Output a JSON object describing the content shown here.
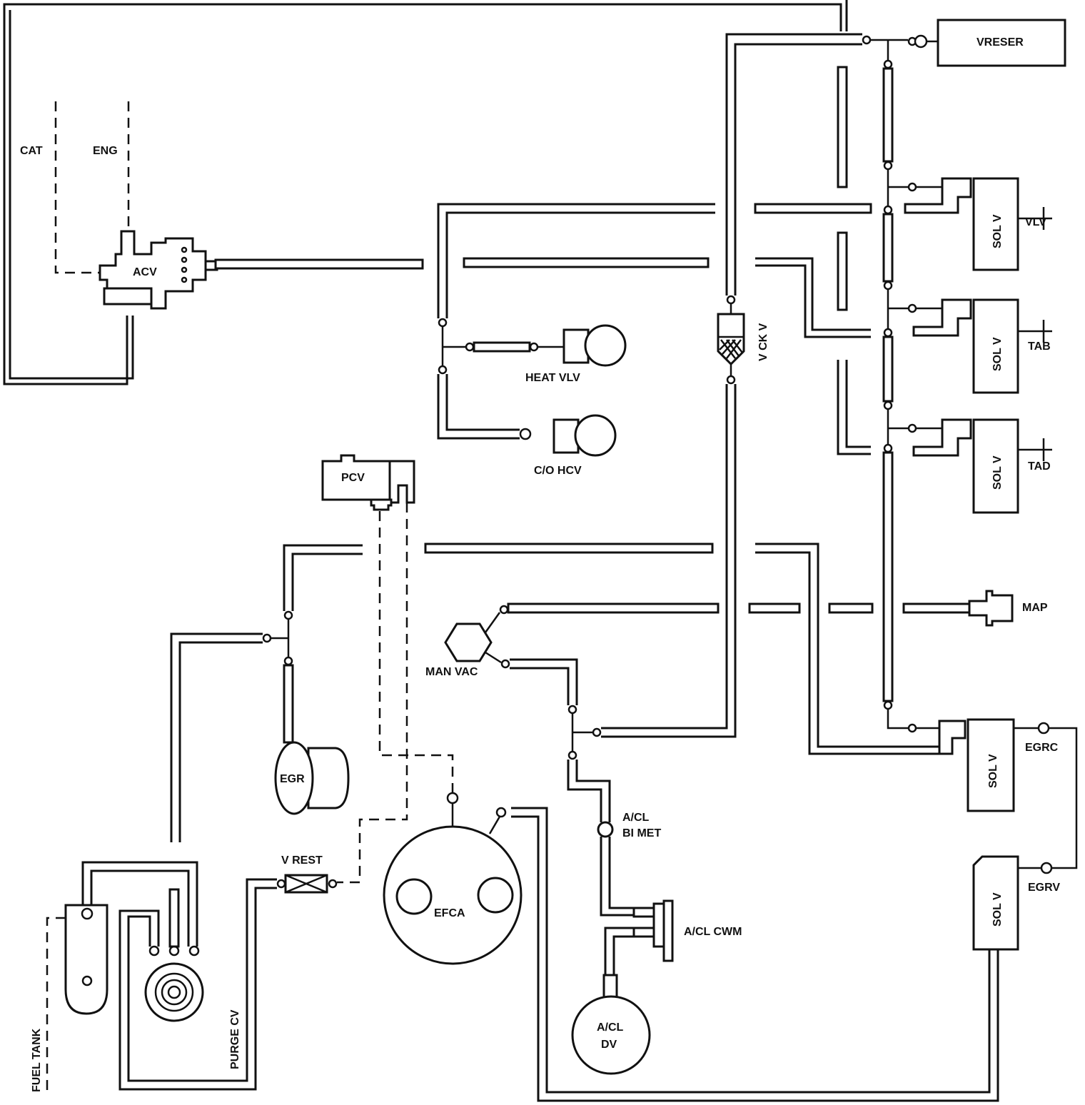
{
  "labels": {
    "vreser": "VRESER",
    "cat": "CAT",
    "eng": "ENG",
    "acv": "ACV",
    "vlv": "VLV",
    "tab": "TAB",
    "tad": "TAD",
    "sol_v": "SOL V",
    "vckv": "V CK V",
    "heat_vlv": "HEAT VLV",
    "co_hcv": "C/O HCV",
    "pcv": "PCV",
    "map": "MAP",
    "man_vac": "MAN VAC",
    "egr": "EGR",
    "egrc": "EGRC",
    "egrv": "EGRV",
    "acl_bimet_1": "A/CL",
    "acl_bimet_2": "BI MET",
    "acl_cwm": "A/CL CWM",
    "acl_dv_1": "A/CL",
    "acl_dv_2": "DV",
    "v_rest": "V REST",
    "efca": "EFCA",
    "purge_cv": "PURGE CV",
    "fuel_tank": "FUEL TANK"
  }
}
